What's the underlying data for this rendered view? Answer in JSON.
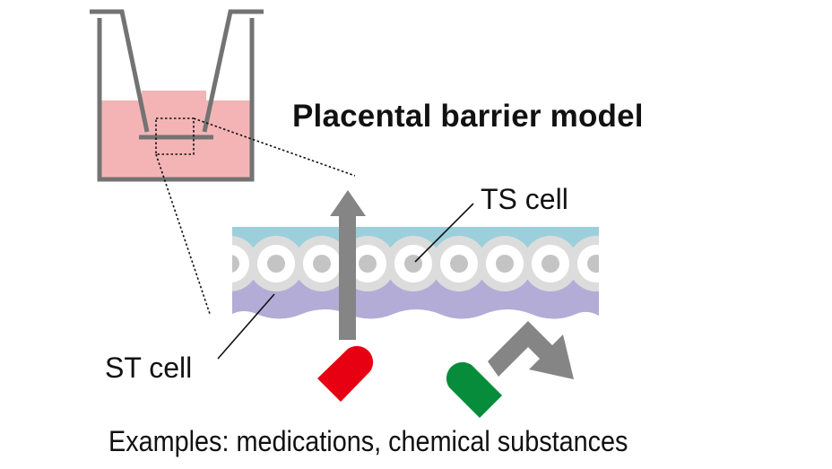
{
  "title": "Placental barrier model",
  "labels": {
    "ts_cell": "TS cell",
    "st_cell": "ST cell",
    "examples": "Examples: medications, chemical substances"
  },
  "colors": {
    "well_outline": "#737373",
    "medium": "#f4b4b6",
    "apical_layer": "#9ccfdc",
    "cell_ring": "#dcdcdc",
    "cell_inner": "#ffffff",
    "nucleus": "#c4c4c4",
    "basal_layer": "#b3acd6",
    "arrow": "#858585",
    "capsule_passing": "#e60012",
    "capsule_blocked": "#068c3a"
  },
  "elements": {
    "cell_count_visible": 9,
    "capsules": [
      {
        "name": "capsule-passing",
        "outcome": "passes through barrier"
      },
      {
        "name": "capsule-blocked",
        "outcome": "blocked by barrier"
      }
    ]
  }
}
